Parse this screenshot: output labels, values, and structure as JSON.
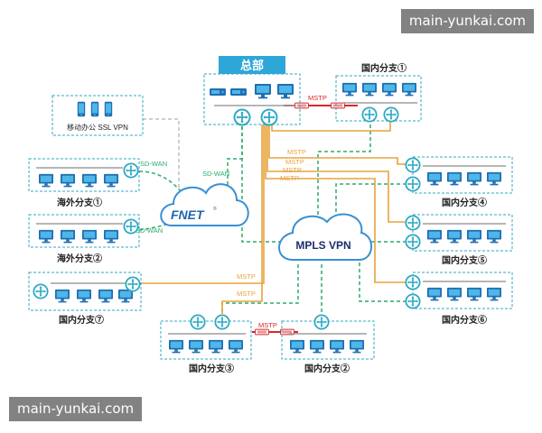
{
  "watermark": "main-yunkai.com",
  "hq": {
    "title": "总部"
  },
  "mobile": {
    "label": "移动办公 SSL VPN"
  },
  "cloud": {
    "label": "FNET",
    "mark": "®"
  },
  "mpls": {
    "label": "MPLS VPN"
  },
  "branches": {
    "domestic1": "国内分支①",
    "overseas1": "海外分支①",
    "overseas2": "海外分支②",
    "domestic7": "国内分支⑦",
    "domestic4": "国内分支④",
    "domestic5": "国内分支⑤",
    "domestic6": "国内分支⑥",
    "domestic3": "国内分支③",
    "domestic2": "国内分支②"
  },
  "links": {
    "sdwan": "SD-WAN",
    "mstp": "MSTP"
  },
  "colors": {
    "teal": "#2ea9c4",
    "orange": "#e8a33c",
    "red": "#d9262c",
    "green": "#2eaa6b",
    "gray": "#bdbdbd",
    "title_bg": "#2ea6d8",
    "label": "#222222"
  }
}
